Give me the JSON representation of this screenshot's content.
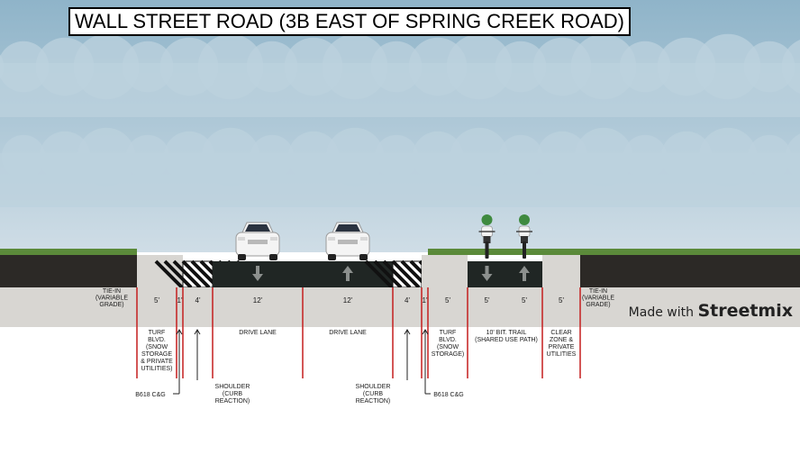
{
  "title": "WALL STREET ROAD (3B EAST OF SPRING CREEK ROAD)",
  "watermark": {
    "prefix": "Made with ",
    "brand": "Streetmix"
  },
  "colors": {
    "sky_top": "#8fb4c9",
    "sky_bottom": "#cfdde6",
    "cloud": "#b9d0dc",
    "grass": "#5b8a3a",
    "asphalt": "#202624",
    "soil": "#2c2926",
    "concrete": "#d8d6d2",
    "boundary_line": "#c41e1e",
    "car_body": "#ffffff",
    "car_glass": "#2b3340",
    "arrow": "#8c908e",
    "cyclist_helmet": "#3f8a3f"
  },
  "segments": [
    {
      "width_label": "",
      "widths_note": "TIE-IN (VARIABLE GRADE)",
      "surface": "soil",
      "desc_lines": []
    },
    {
      "width_label": "5'",
      "surface": "concrete",
      "desc_lines": [
        "TURF",
        "BLVD.",
        "(SNOW",
        "STORAGE",
        "& PRIVATE",
        "UTILITIES)"
      ]
    },
    {
      "width_label": "1'",
      "surface": "concrete",
      "desc_lines": []
    },
    {
      "width_label": "4'",
      "surface": "shoulder",
      "desc_lines": []
    },
    {
      "width_label": "12'",
      "surface": "asphalt",
      "direction": "down",
      "vehicle": "car",
      "desc_lines": [
        "DRIVE LANE"
      ]
    },
    {
      "width_label": "12'",
      "surface": "asphalt",
      "direction": "up",
      "vehicle": "car",
      "desc_lines": [
        "DRIVE LANE"
      ]
    },
    {
      "width_label": "4'",
      "surface": "shoulder",
      "desc_lines": []
    },
    {
      "width_label": "1'",
      "surface": "concrete",
      "desc_lines": []
    },
    {
      "width_label": "5'",
      "surface": "concrete",
      "desc_lines": [
        "TURF",
        "BLVD.",
        "(SNOW",
        "STORAGE)"
      ]
    },
    {
      "width_label": "5'",
      "surface": "asphalt",
      "direction": "down",
      "vehicle": "bike",
      "desc_lines": []
    },
    {
      "width_label": "5'",
      "surface": "asphalt",
      "direction": "up",
      "vehicle": "bike",
      "desc_lines": []
    },
    {
      "width_label": "5'",
      "surface": "concrete",
      "desc_lines": [
        "CLEAR",
        "ZONE &",
        "PRIVATE",
        "UTILITIES"
      ]
    },
    {
      "width_label": "",
      "widths_note": "TIE-IN (VARIABLE GRADE)",
      "surface": "soil",
      "desc_lines": []
    }
  ],
  "tie_in_left_lines": [
    "TIE-IN",
    "(VARIABLE",
    "GRADE)"
  ],
  "tie_in_right_lines": [
    "TIE-IN",
    "(VARIABLE",
    "GRADE)"
  ],
  "trail_desc_lines": [
    "10' BIT. TRAIL",
    "(SHARED USE PATH)"
  ],
  "callouts": [
    {
      "lines": [
        "B618 C&G"
      ],
      "side": "left-curb"
    },
    {
      "lines": [
        "SHOULDER",
        "(CURB",
        "REACTION)"
      ],
      "side": "left-shoulder"
    },
    {
      "lines": [
        "SHOULDER",
        "(CURB",
        "REACTION)"
      ],
      "side": "right-shoulder"
    },
    {
      "lines": [
        "B618 C&G"
      ],
      "side": "right-curb"
    }
  ]
}
